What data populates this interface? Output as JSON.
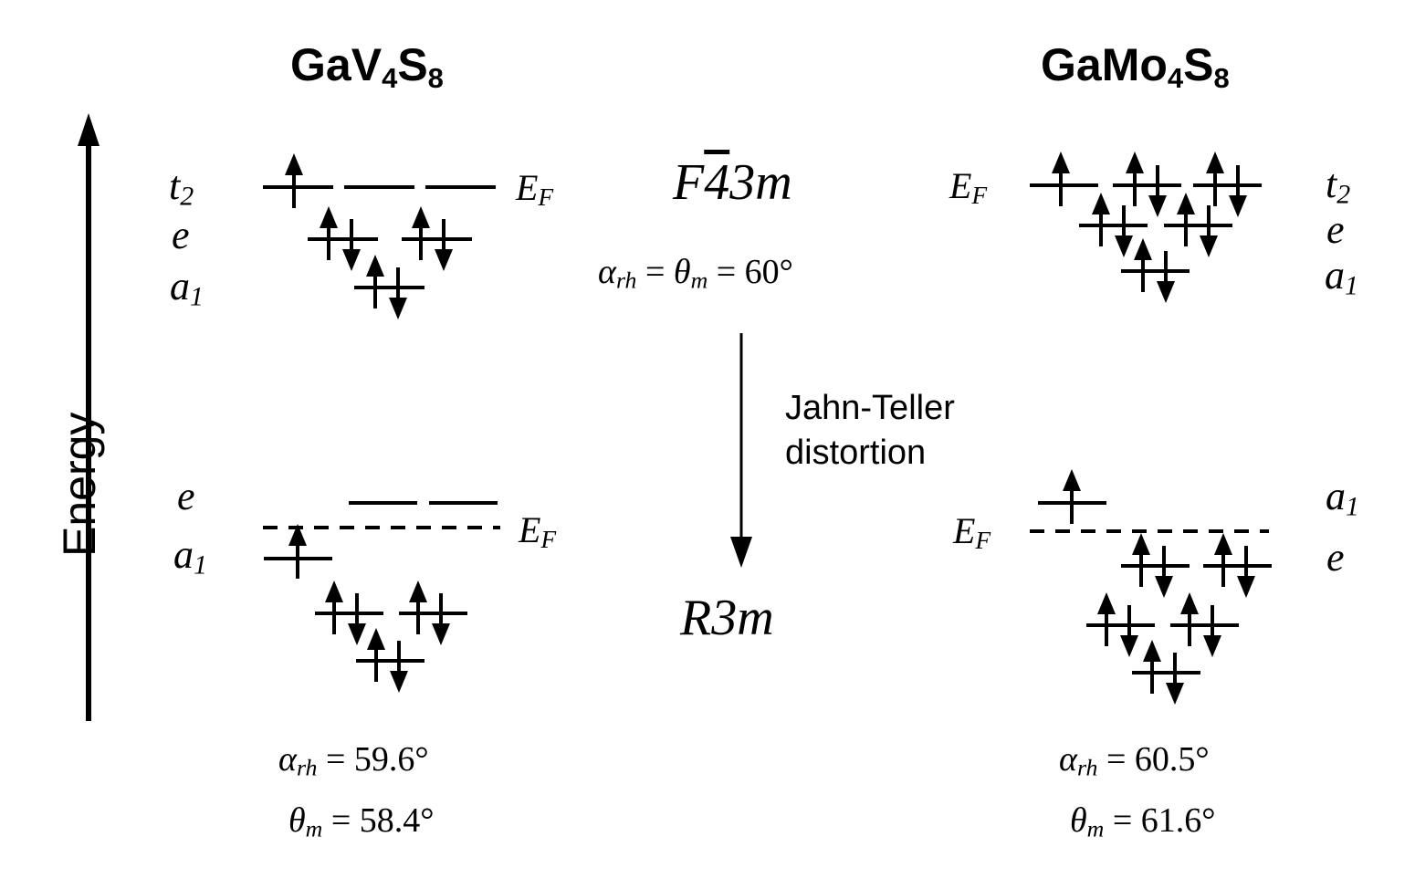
{
  "figure": {
    "type": "energy-level-diagram",
    "axis": {
      "label": "Energy",
      "direction": "up",
      "arrow": true
    },
    "background_color": "#ffffff",
    "line_color": "#000000"
  },
  "compounds": {
    "left": {
      "formula_prefix": "GaV",
      "sub1": "4",
      "formula_mid": "S",
      "sub2": "8"
    },
    "right": {
      "formula_prefix": "GaMo",
      "sub1": "4",
      "formula_mid": "S",
      "sub2": "8"
    }
  },
  "center": {
    "top_group": {
      "pre": "F",
      "overline_char": "4",
      "post": "3m"
    },
    "top_angles": {
      "alpha_sym": "α",
      "alpha_sub": "rh",
      "eq1": "=",
      "theta_sym": "θ",
      "theta_sub": "m",
      "eq2": "=",
      "value": "60",
      "degree": "°"
    },
    "transition_label_line1": "Jahn-Teller",
    "transition_label_line2": "distortion",
    "bottom_group": "R3m",
    "arrow": {
      "direction": "down"
    }
  },
  "labels": {
    "t2": {
      "sym": "t",
      "sub": "2"
    },
    "e": {
      "sym": "e",
      "sub": ""
    },
    "a1": {
      "sym": "a",
      "sub": "1"
    },
    "EF": {
      "sym": "E",
      "sub": "F"
    }
  },
  "panels": {
    "left_top": {
      "phase": "cubic",
      "levels": [
        {
          "label": "t2",
          "degeneracy": 3,
          "occupancy": [
            "up",
            "empty",
            "empty"
          ],
          "fermi": "at-level"
        },
        {
          "label": "e",
          "degeneracy": 2,
          "occupancy": [
            "updown",
            "updown"
          ]
        },
        {
          "label": "a1",
          "degeneracy": 1,
          "occupancy": [
            "updown"
          ]
        }
      ],
      "fermi_style": "solid-coincident",
      "EF_label_side": "right"
    },
    "right_top": {
      "phase": "cubic",
      "levels": [
        {
          "label": "t2",
          "degeneracy": 3,
          "occupancy": [
            "up",
            "updown",
            "updown"
          ],
          "fermi": "at-level"
        },
        {
          "label": "e",
          "degeneracy": 2,
          "occupancy": [
            "updown",
            "updown"
          ]
        },
        {
          "label": "a1",
          "degeneracy": 1,
          "occupancy": [
            "updown"
          ]
        }
      ],
      "fermi_style": "solid-coincident",
      "EF_label_side": "left"
    },
    "left_bottom": {
      "phase": "rhombohedral",
      "levels": [
        {
          "label": "e",
          "degeneracy": 2,
          "occupancy": [
            "empty",
            "empty"
          ]
        },
        {
          "label": "a1",
          "degeneracy": 1,
          "occupancy": [
            "up"
          ]
        },
        {
          "label": "e-lower",
          "degeneracy": 2,
          "occupancy": [
            "updown",
            "updown"
          ]
        },
        {
          "label": "a1-lower",
          "degeneracy": 1,
          "occupancy": [
            "updown"
          ]
        }
      ],
      "fermi_style": "dashed",
      "EF_label_side": "right",
      "angles": [
        {
          "sym": "α",
          "sub": "rh",
          "value": "59.6",
          "degree": "°"
        },
        {
          "sym": "θ",
          "sub": "m",
          "value": "58.4",
          "degree": "°"
        }
      ]
    },
    "right_bottom": {
      "phase": "rhombohedral",
      "levels": [
        {
          "label": "a1",
          "degeneracy": 1,
          "occupancy": [
            "up"
          ]
        },
        {
          "label": "e",
          "degeneracy": 2,
          "occupancy": [
            "updown",
            "updown"
          ]
        },
        {
          "label": "e-lower",
          "degeneracy": 2,
          "occupancy": [
            "updown",
            "updown"
          ]
        },
        {
          "label": "a1-lower",
          "degeneracy": 1,
          "occupancy": [
            "updown"
          ]
        }
      ],
      "fermi_style": "dashed",
      "EF_label_side": "left",
      "angles": [
        {
          "sym": "α",
          "sub": "rh",
          "value": "60.5",
          "degree": "°"
        },
        {
          "sym": "θ",
          "sub": "m",
          "value": "61.6",
          "degree": "°"
        }
      ]
    }
  }
}
